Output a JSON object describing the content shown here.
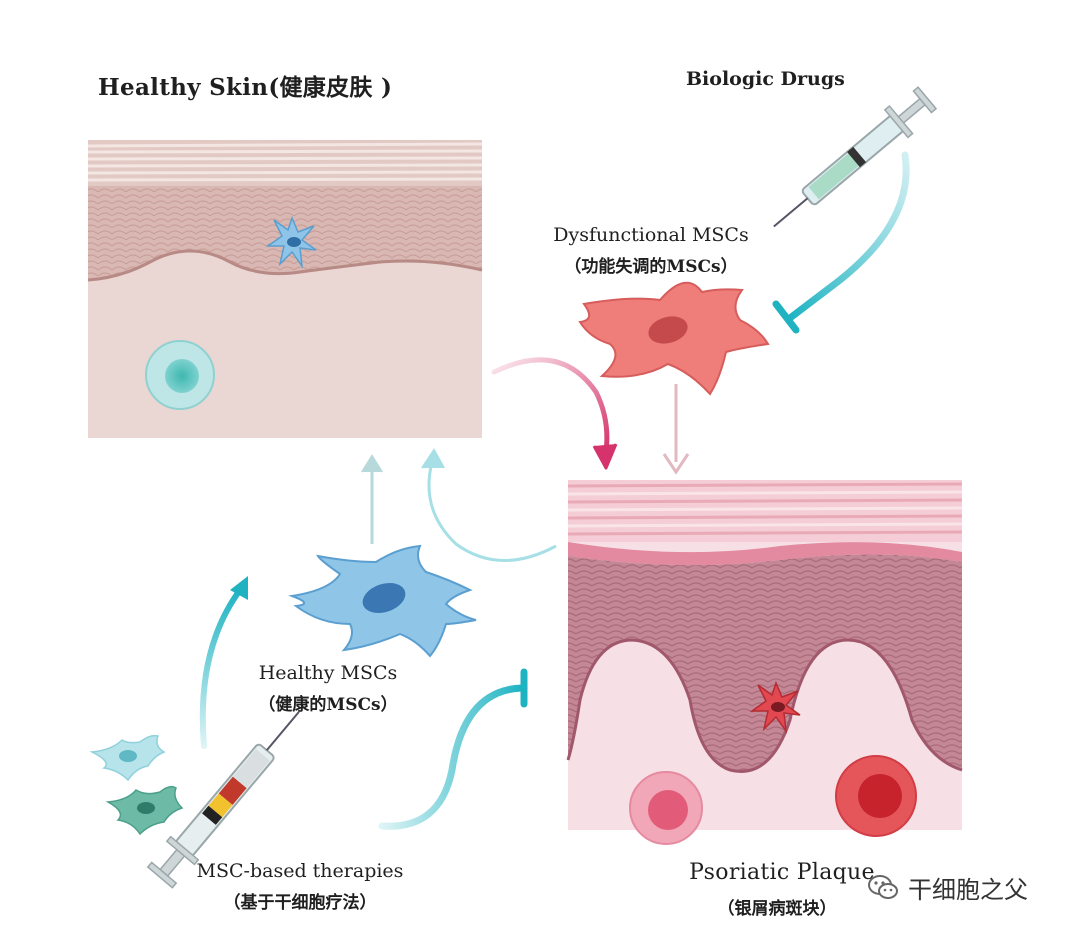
{
  "labels": {
    "healthy_skin": "Healthy Skin(健康皮肤 )",
    "biologic_drugs": "Biologic Drugs",
    "dysfunctional_mscs": "Dysfunctional MSCs",
    "dysfunctional_mscs_cn": "（功能失调的MSCs）",
    "healthy_mscs": "Healthy MSCs",
    "healthy_mscs_cn": "（健康的MSCs）",
    "msc_therapies": "MSC-based therapies",
    "msc_therapies_cn": "（基于干细胞疗法）",
    "psoriatic_plaque": "Psoriatic Plaque",
    "psoriatic_plaque_cn": "（银屑病斑块）"
  },
  "watermark": {
    "text": "干细胞之父",
    "icon": "wechat-icon"
  },
  "colors": {
    "teal_arrow": "#1fb3c2",
    "pink_arrow": "#d6336c",
    "healthy_cell": "#8cc6e6",
    "dysfunctional_cell": "#ee7b78",
    "skin_healthy": "#e9d3cf",
    "skin_psoriatic": "#f6dfe4",
    "epidermis_psoriatic": "#c78b9a"
  }
}
